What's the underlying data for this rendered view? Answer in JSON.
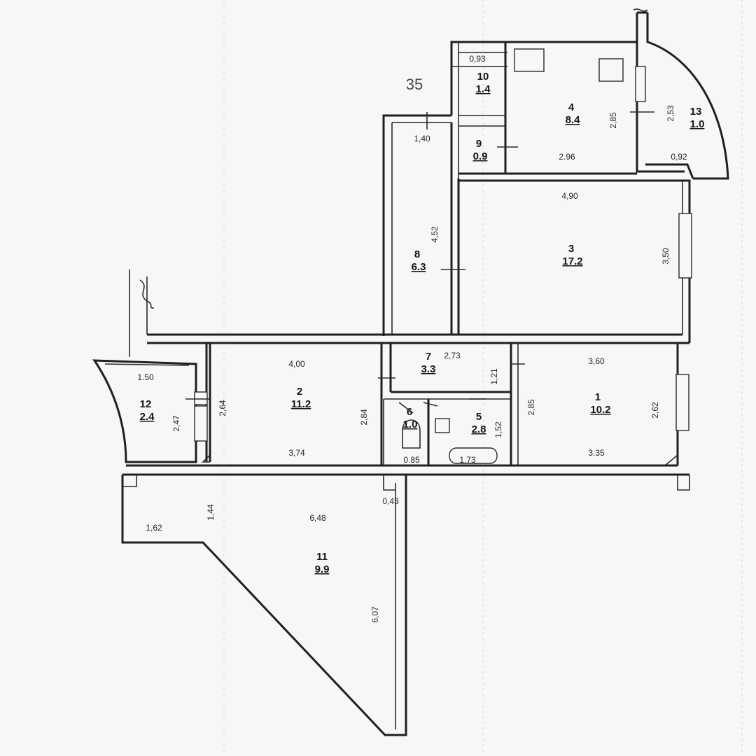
{
  "building_number": "35",
  "rooms": [
    {
      "key": "r1",
      "number": "1",
      "area": "10.2"
    },
    {
      "key": "r2",
      "number": "2",
      "area": "11.2"
    },
    {
      "key": "r3",
      "number": "3",
      "area": "17.2"
    },
    {
      "key": "r4",
      "number": "4",
      "area": "8.4"
    },
    {
      "key": "r5",
      "number": "5",
      "area": "2.8"
    },
    {
      "key": "r6",
      "number": "6",
      "area": "1.0"
    },
    {
      "key": "r7",
      "number": "7",
      "area": "3.3"
    },
    {
      "key": "r8",
      "number": "8",
      "area": "6.3"
    },
    {
      "key": "r9",
      "number": "9",
      "area": "0.9"
    },
    {
      "key": "r10",
      "number": "10",
      "area": "1.4"
    },
    {
      "key": "r11",
      "number": "11",
      "area": "9.9"
    },
    {
      "key": "r12",
      "number": "12",
      "area": "2.4"
    },
    {
      "key": "r13",
      "number": "13",
      "area": "1.0"
    }
  ],
  "dimensions": [
    {
      "key": "d093",
      "text": "0,93"
    },
    {
      "key": "d140",
      "text": "1,40"
    },
    {
      "key": "d285a",
      "text": "2,85"
    },
    {
      "key": "d253",
      "text": "2,53"
    },
    {
      "key": "d296",
      "text": "2.96"
    },
    {
      "key": "d092",
      "text": "0,92"
    },
    {
      "key": "d490",
      "text": "4,90"
    },
    {
      "key": "d452",
      "text": "4,52"
    },
    {
      "key": "d350",
      "text": "3,50"
    },
    {
      "key": "d400",
      "text": "4,00"
    },
    {
      "key": "d273",
      "text": "2,73"
    },
    {
      "key": "d121",
      "text": "1,21"
    },
    {
      "key": "d360",
      "text": "3,60"
    },
    {
      "key": "d150",
      "text": "1.50"
    },
    {
      "key": "d264",
      "text": "2,64"
    },
    {
      "key": "d247",
      "text": "2,47"
    },
    {
      "key": "d284",
      "text": "2,84"
    },
    {
      "key": "d152",
      "text": "1,52"
    },
    {
      "key": "d285b",
      "text": "2,85"
    },
    {
      "key": "d262",
      "text": "2,62"
    },
    {
      "key": "d374",
      "text": "3,74"
    },
    {
      "key": "d085",
      "text": "0.85"
    },
    {
      "key": "d173",
      "text": "1.73"
    },
    {
      "key": "d335",
      "text": "3.35"
    },
    {
      "key": "d043",
      "text": "0,43"
    },
    {
      "key": "d144",
      "text": "1,44"
    },
    {
      "key": "d162",
      "text": "1,62"
    },
    {
      "key": "d648",
      "text": "6,48"
    },
    {
      "key": "d607",
      "text": "6,07"
    }
  ]
}
